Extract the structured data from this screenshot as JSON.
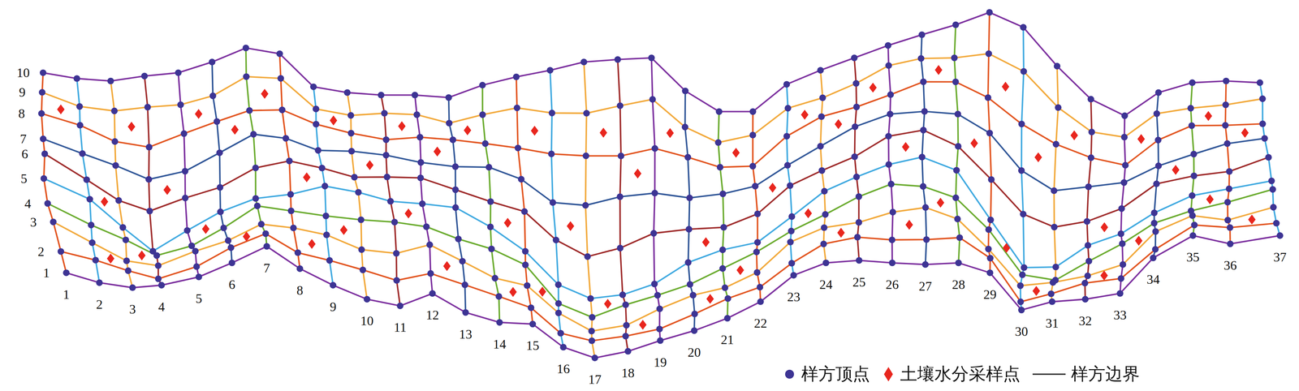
{
  "diagram": {
    "labels": [
      "10",
      "9",
      "8",
      "7",
      "6",
      "5",
      "4",
      "3",
      "2",
      "1",
      "1",
      "2",
      "3",
      "4",
      "5",
      "6",
      "7",
      "8",
      "9",
      "10",
      "11",
      "12",
      "13",
      "14",
      "15",
      "16",
      "17",
      "18",
      "19",
      "20",
      "21",
      "22",
      "23",
      "24",
      "25",
      "26",
      "27",
      "28",
      "29",
      "30",
      "31",
      "32",
      "33",
      "34",
      "35",
      "36",
      "37"
    ],
    "legend": [
      {
        "text": "样方顶点"
      },
      {
        "text": "土壤水分采样点"
      },
      {
        "text": "样方边界"
      }
    ]
  }
}
